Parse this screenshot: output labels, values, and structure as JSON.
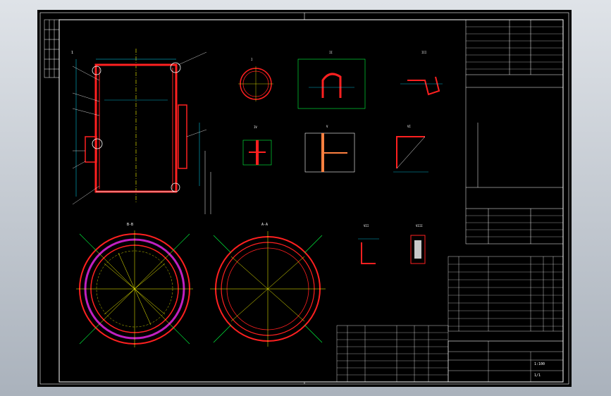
{
  "colors": {
    "background": "#000000",
    "frame": "#ffffff",
    "vessel": "#ff2020",
    "center_line": "#ffff00",
    "dimension": "#00e0ff",
    "shell_alt": "#c020c0",
    "detail": "#00ff40",
    "hatch": "#ff8040"
  },
  "views": {
    "elevation": {
      "label": "1"
    },
    "section_a": {
      "label": "A-A"
    },
    "plan_b": {
      "label": "B-B"
    },
    "details": [
      {
        "label": "I"
      },
      {
        "label": "II"
      },
      {
        "label": "III"
      },
      {
        "label": "IV"
      },
      {
        "label": "V"
      },
      {
        "label": "VI"
      },
      {
        "label": "VII"
      },
      {
        "label": "VIII"
      }
    ]
  },
  "title_block": {
    "scale": "1:100",
    "sheet": "1/1"
  }
}
